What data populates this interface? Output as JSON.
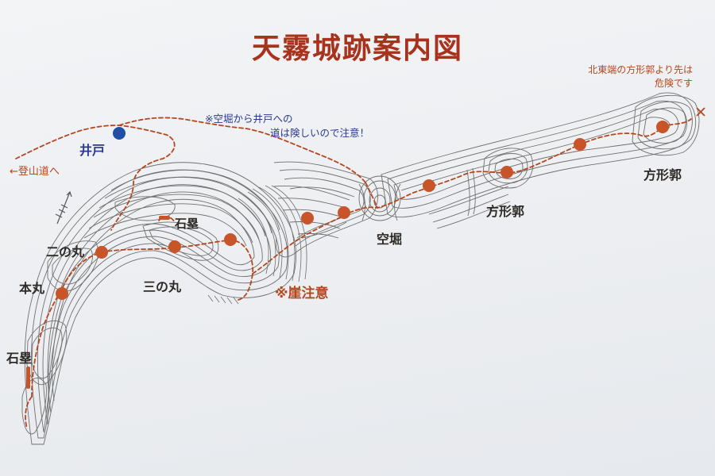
{
  "title": "天霧城跡案内図",
  "warnings": {
    "northeast_line1": "北東端の方形郭より先は",
    "northeast_line2": "危険です",
    "moat_line1": "※空堀から井戸への",
    "moat_line2": "道は険しいので注意！",
    "cliff": "※崖注意"
  },
  "trail_label": "←登山道へ",
  "places": {
    "well": "井戸",
    "ishigaki_upper": "石塁",
    "ninomaru": "二の丸",
    "honmaru": "本丸",
    "ishigaki_lower": "石塁",
    "sannomaru": "三の丸",
    "karabori": "空堀",
    "houkei_kaku_mid": "方形郭",
    "houkei_kaku_end": "方形郭"
  },
  "colors": {
    "title": "#a8321c",
    "route": "#b5471f",
    "marker": "#c8552a",
    "well_marker": "#1f4fa6",
    "contour": "#6e6e6e",
    "note_blue": "#2a3a8c",
    "board": "#eceef1"
  },
  "icons": {
    "north_arrow": "north-arrow-icon",
    "end_marker": "cross-mark-icon"
  }
}
